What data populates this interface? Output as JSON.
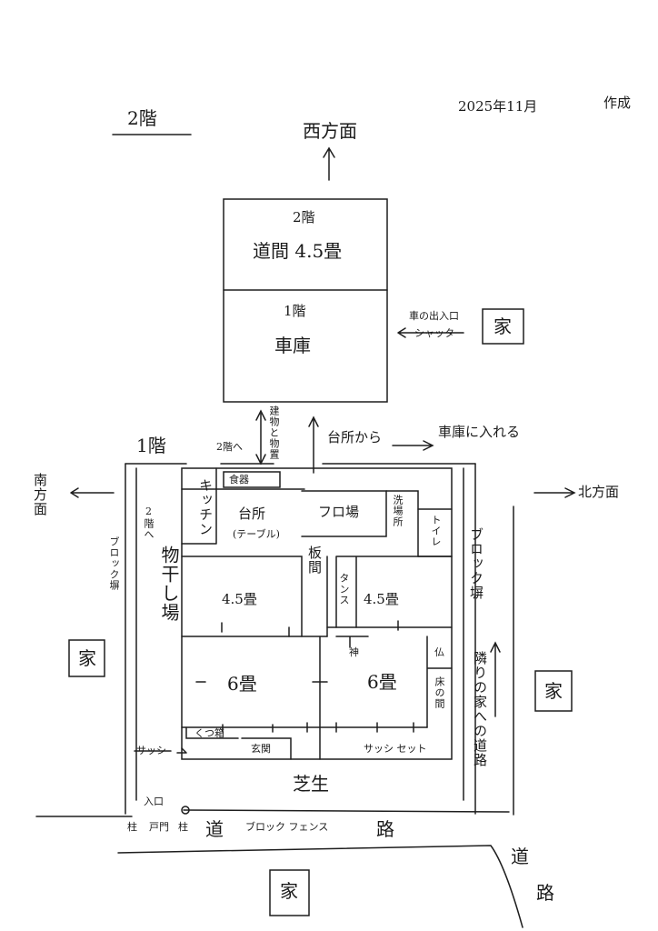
{
  "header": {
    "floor2_title": "2階",
    "date": "2025年11月",
    "author": "作成"
  },
  "directions": {
    "west": "西方面",
    "south": "南方面",
    "north": "北方面"
  },
  "garage_block": {
    "upper_floor": "2階",
    "upper_room": "道間 4.5畳",
    "lower_floor": "1階",
    "lower_room": "車庫",
    "entry_note_1": "車の出入口",
    "entry_note_2": "シャッター"
  },
  "neighbors": {
    "house": "家"
  },
  "floor1": {
    "title": "1階",
    "to_floor2_1": "2階へ",
    "to_floor2_2": "2階へ",
    "building_gap_note": "建物と物置",
    "from_kitchen": "台所から",
    "garage_access": "車庫に入れる",
    "kitchen": "キッチン",
    "pantry": "食器",
    "dining": "台所",
    "dining_sub": "(テーブル)",
    "bath": "フロ場",
    "washroom": "洗場所",
    "toilet": "トイレ",
    "drying_area": "物干し場",
    "corridor": "板間",
    "room_45_left": "4.5畳",
    "chest": "タンス",
    "room_45_right": "4.5畳",
    "kamidana": "神",
    "butsudan": "仏",
    "room_6_left": "6畳",
    "room_6_right": "6畳",
    "tokonoma": "床の間",
    "shoe_cabinet": "くつ箱",
    "entrance": "玄関",
    "sash": "サッシ",
    "sash_set": "サッシ セット",
    "lawn": "芝生",
    "gate_entry": "入口",
    "gate_pillar_left": "柱",
    "gate_door": "戸門",
    "gate_pillar_right": "柱",
    "road_1": "道",
    "road_2": "路",
    "fence": "ブロック フェンス",
    "block_wall_left": "ブロック塀",
    "block_wall_right": "ブロック塀",
    "path_to_neighbor": "隣りの家への道路",
    "side_road_1": "道",
    "side_road_2": "路"
  }
}
